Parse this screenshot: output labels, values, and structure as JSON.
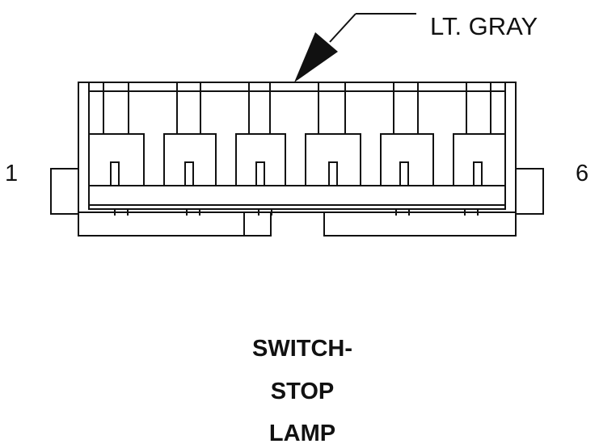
{
  "color_label": "LT. GRAY",
  "pins": {
    "left": "1",
    "right": "6"
  },
  "caption": [
    "SWITCH-",
    "STOP",
    "LAMP"
  ],
  "colors": {
    "ink": "#111111",
    "background": "#ffffff"
  }
}
